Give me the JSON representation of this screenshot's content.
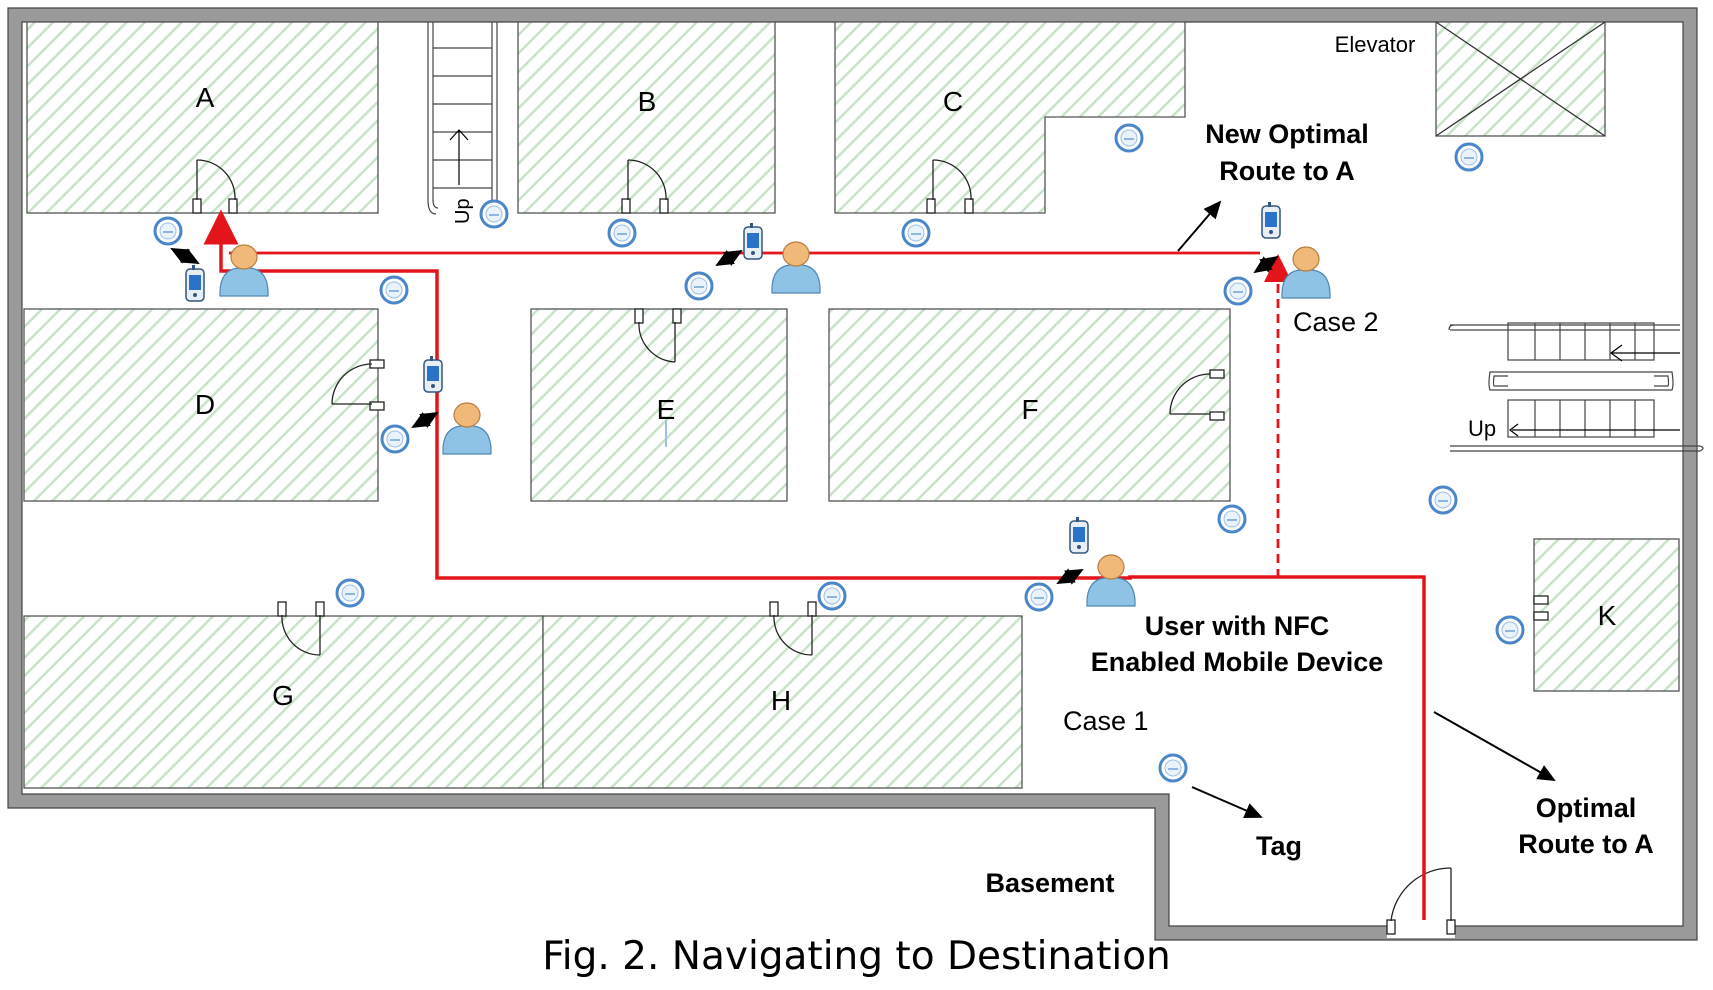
{
  "figure": {
    "caption": "Fig. 2. Navigating to Destination"
  },
  "rooms": [
    {
      "id": "A",
      "label": "A"
    },
    {
      "id": "B",
      "label": "B"
    },
    {
      "id": "C",
      "label": "C"
    },
    {
      "id": "D",
      "label": "D"
    },
    {
      "id": "E",
      "label": "E"
    },
    {
      "id": "F",
      "label": "F"
    },
    {
      "id": "G",
      "label": "G"
    },
    {
      "id": "H",
      "label": "H"
    },
    {
      "id": "K",
      "label": "K"
    }
  ],
  "labels": {
    "elevator": "Elevator",
    "stairs_up_left": "Up",
    "stairs_up_right": "Up",
    "new_route_line1": "New Optimal",
    "new_route_line2": "Route to A",
    "case2": "Case 2",
    "case1": "Case 1",
    "user_line1": "User with NFC",
    "user_line2": "Enabled Mobile Device",
    "tag": "Tag",
    "basement": "Basement",
    "optimal_line1": "Optimal",
    "optimal_line2": "Route to A"
  },
  "colors": {
    "wall": "#9a9a9a",
    "room_hatch": "#c8e3c8",
    "route": "#e3151a",
    "tag": "#4a86c8",
    "person_skin": "#f0b97a",
    "person_body": "#8ec3e6",
    "phone": "#2a73c9"
  },
  "icons": [
    "nfc-tag-icon",
    "person-icon",
    "mobile-phone-icon",
    "door-icon",
    "stairs-icon",
    "elevator-icon"
  ]
}
